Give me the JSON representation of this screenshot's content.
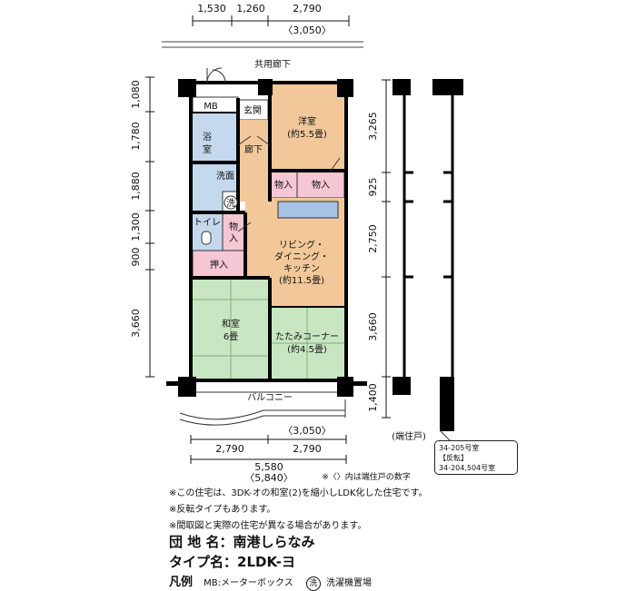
{
  "top_dims": {
    "d1": "1,530",
    "d2": "1,260",
    "d3": "2,790",
    "d3_alt": "〈3,050〉"
  },
  "left_dims": {
    "d1": "1,080",
    "d2": "1,780",
    "d3": "1,880",
    "d4": "1,300",
    "d5": "900",
    "d6": "3,660"
  },
  "right_dims": {
    "d1": "3,265",
    "d2": "925",
    "d3": "2,750",
    "d4": "3,660",
    "d5": "1,400"
  },
  "bottom_dims": {
    "upper": "〈3,050〉",
    "a": "2,790",
    "b": "2,790",
    "total": "5,580",
    "total_alt": "〈5,840〉"
  },
  "labels": {
    "corridor": "共用廊下",
    "balcony": "バルコニー",
    "end_unit": "(端住戸)",
    "bracket_note": "※〈〉内は端住戸の数字"
  },
  "rooms": {
    "mb": "MB",
    "genkan": "玄関",
    "bath_1": "浴",
    "bath_2": "室",
    "hallway": "廊下",
    "western_room": "洋室",
    "western_size": "(約5.5畳)",
    "storage": "物入",
    "washroom": "洗面",
    "washer": "洗",
    "toilet": "トイレ",
    "storage_v1": "物",
    "storage_v2": "入",
    "oshiire": "押入",
    "ldk_1": "リビング・",
    "ldk_2": "ダイニング・",
    "ldk_3": "キッチン",
    "ldk_size": "(約11.5畳)",
    "washitsu": "和室",
    "washitsu_size": "6畳",
    "tatami_corner": "たたみコーナー",
    "tatami_size": "(約4.5畳)"
  },
  "callout": {
    "line1": "34-205号室",
    "line2": "【反転】",
    "line3": "34-204,504号室"
  },
  "notes": [
    "※この住宅は、3DK-オの和室(2)を縮小しLDK化した住宅です。",
    "※反転タイプもあります。",
    "※間取図と実際の住宅が異なる場合があります。"
  ],
  "info": {
    "estate_label": "団 地 名：",
    "estate_name": "南港しらなみ",
    "type_label": "タイプ名：",
    "type_name": "2LDK-ヨ"
  },
  "legend": {
    "label": "凡例",
    "mb": "MB:メーターボックス",
    "washer_icon": "洗",
    "washer_text": "洗濯機置場"
  },
  "colors": {
    "western": "#f2c89a",
    "ldk": "#f2c89a",
    "storage": "#f5c7d3",
    "wet": "#c4d8ee",
    "washitsu": "#c9e6c3",
    "wall": "#000000"
  }
}
